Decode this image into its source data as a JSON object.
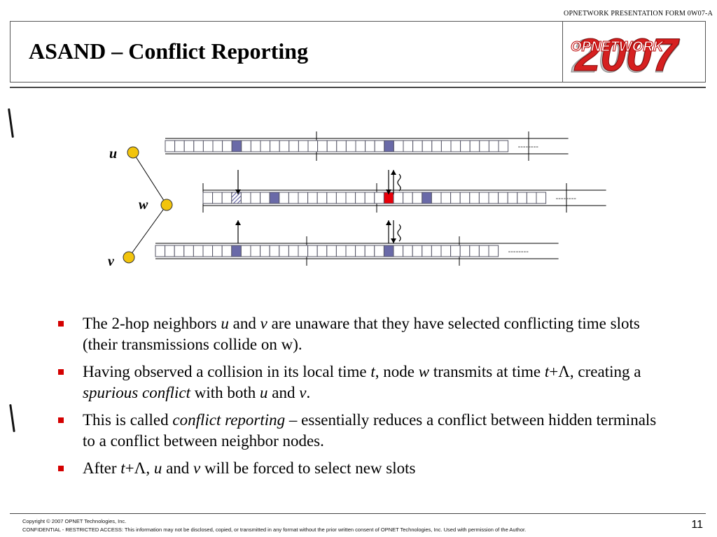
{
  "header": {
    "form_label": "OPNETWORK PRESENTATION FORM 0W07-A",
    "title": "ASAND – Conflict Reporting",
    "logo_text": "OPNETWORK",
    "logo_year": "2007"
  },
  "diagram": {
    "nodes": {
      "u": "u",
      "w": "w",
      "v": "v"
    },
    "ellipsis": "--------"
  },
  "bullets": [
    {
      "parts": [
        {
          "t": "The 2-hop neighbors "
        },
        {
          "t": "u",
          "i": true
        },
        {
          "t": " and "
        },
        {
          "t": "v",
          "i": true
        },
        {
          "t": " are unaware that they have selected conflicting time slots (their transmissions collide on w)."
        }
      ]
    },
    {
      "parts": [
        {
          "t": "Having observed a collision in its local time "
        },
        {
          "t": "t",
          "i": true
        },
        {
          "t": ", node "
        },
        {
          "t": "w",
          "i": true
        },
        {
          "t": " transmits at time "
        },
        {
          "t": "t",
          "i": true
        },
        {
          "t": "+Λ, creating a "
        },
        {
          "t": "spurious conflict",
          "i": true
        },
        {
          "t": " with both "
        },
        {
          "t": "u",
          "i": true
        },
        {
          "t": " and "
        },
        {
          "t": "v",
          "i": true
        },
        {
          "t": "."
        }
      ]
    },
    {
      "parts": [
        {
          "t": "This is called "
        },
        {
          "t": "conflict reporting",
          "i": true
        },
        {
          "t": " – essentially reduces a conflict between hidden terminals to a conflict between neighbor nodes."
        }
      ]
    },
    {
      "parts": [
        {
          "t": "After "
        },
        {
          "t": "t",
          "i": true
        },
        {
          "t": "+Λ, "
        },
        {
          "t": "u",
          "i": true
        },
        {
          "t": " and "
        },
        {
          "t": "v",
          "i": true
        },
        {
          "t": " will be forced to select new slots"
        }
      ]
    }
  ],
  "footer": {
    "copyright": "Copyright © 2007 OPNET Technologies, Inc.",
    "confidential": "CONFIDENTIAL - RESTRICTED ACCESS: This information may not be disclosed, copied, or transmitted in any format without the prior written consent of OPNET Technologies, Inc.   Used with permission of the Author.",
    "page_number": "11"
  },
  "colors": {
    "accent_red": "#d40000",
    "node_yellow": "#f2c40c",
    "slot_selected": "#6a6aa8",
    "slot_conflict": "#e8000a"
  }
}
